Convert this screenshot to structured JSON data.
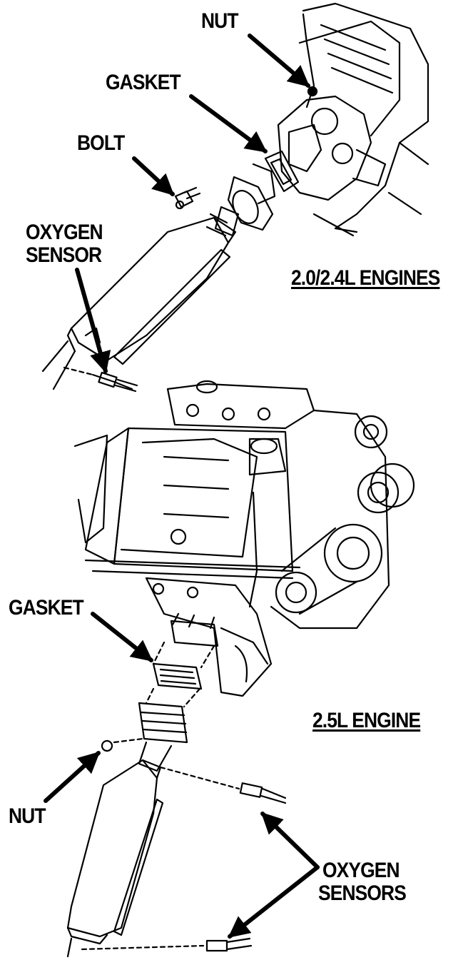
{
  "labels": {
    "nut_top": "NUT",
    "gasket_top": "GASKET",
    "bolt": "BOLT",
    "oxygen_sensor_line1": "OXYGEN",
    "oxygen_sensor_line2": "SENSOR",
    "engine_top": "2.0/2.4L ENGINES",
    "gasket_bottom": "GASKET",
    "engine_bottom": "2.5L ENGINE",
    "nut_bottom": "NUT",
    "oxygen_sensors_line1": "OXYGEN",
    "oxygen_sensors_line2": "SENSORS"
  }
}
